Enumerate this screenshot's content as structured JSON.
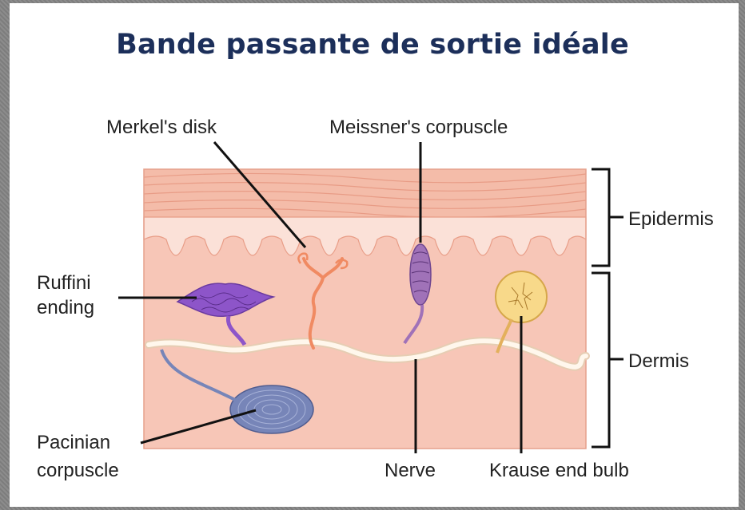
{
  "title": "Bande passante de sortie idéale",
  "labels": {
    "merkel": "Merkel's disk",
    "meissner": "Meissner's corpuscle",
    "ruffini_1": "Ruffini",
    "ruffini_2": "ending",
    "pacinian_1": "Pacinian",
    "pacinian_2": "corpuscle",
    "nerve": "Nerve",
    "krause": "Krause end bulb",
    "epidermis": "Epidermis",
    "dermis": "Dermis"
  },
  "colors": {
    "title": "#1c2f5a",
    "skin_top": "#f2b6a4",
    "skin_light": "#fbe1d8",
    "dermis": "#f7c6b7",
    "ruffini": "#8d55c9",
    "merkel": "#f08a62",
    "meissner": "#a072b8",
    "krause": "#f0c86e",
    "pacinian": "#7785b8",
    "nerve": "#fff7ec"
  }
}
